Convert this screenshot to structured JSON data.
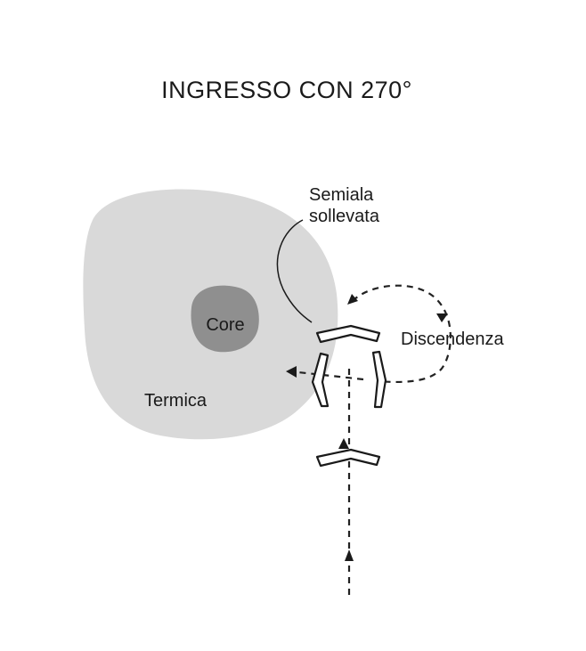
{
  "diagram": {
    "title": "INGRESSO  CON  270°",
    "labels": {
      "lifted_wing_line1": "Semiala",
      "lifted_wing_line2": "sollevata",
      "core": "Core",
      "descent": "Discendenza",
      "thermal": "Termica"
    },
    "colors": {
      "thermal": "#d9d9d9",
      "core": "#8f8f8f",
      "ink": "#1a1a1a",
      "background": "#ffffff"
    }
  }
}
